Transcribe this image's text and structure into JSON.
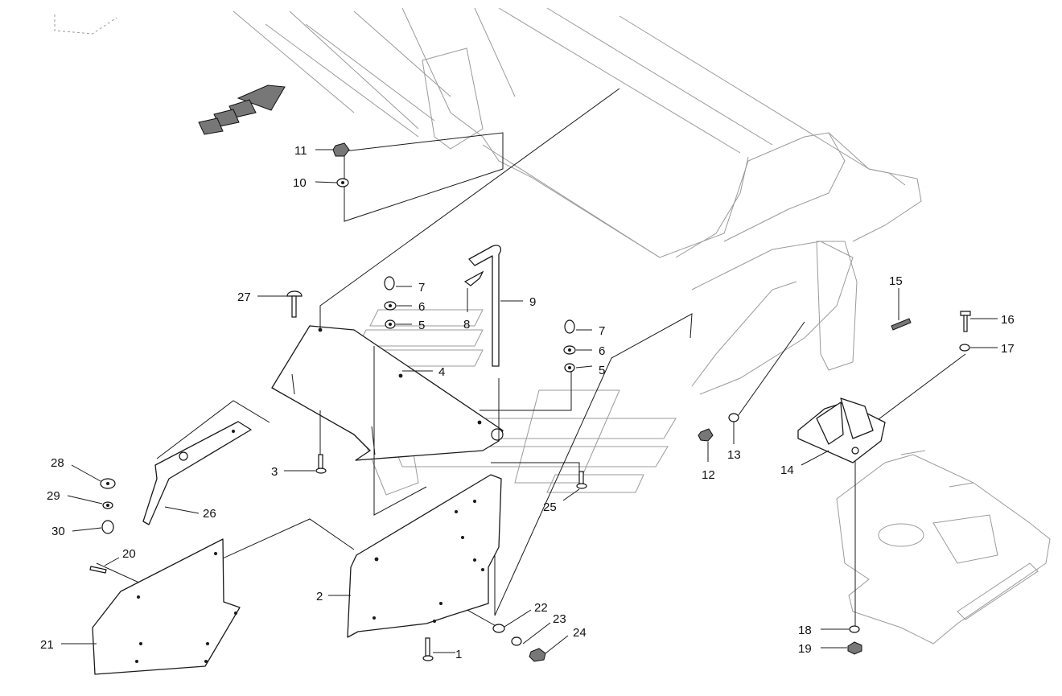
{
  "callouts": [
    {
      "id": "c1",
      "label": "1"
    },
    {
      "id": "c2",
      "label": "2"
    },
    {
      "id": "c3",
      "label": "3"
    },
    {
      "id": "c4",
      "label": "4"
    },
    {
      "id": "c5a",
      "label": "5"
    },
    {
      "id": "c5b",
      "label": "5"
    },
    {
      "id": "c6a",
      "label": "6"
    },
    {
      "id": "c6b",
      "label": "6"
    },
    {
      "id": "c7a",
      "label": "7"
    },
    {
      "id": "c7b",
      "label": "7"
    },
    {
      "id": "c8",
      "label": "8"
    },
    {
      "id": "c9",
      "label": "9"
    },
    {
      "id": "c10",
      "label": "10"
    },
    {
      "id": "c11",
      "label": "11"
    },
    {
      "id": "c12",
      "label": "12"
    },
    {
      "id": "c13",
      "label": "13"
    },
    {
      "id": "c14",
      "label": "14"
    },
    {
      "id": "c15",
      "label": "15"
    },
    {
      "id": "c16",
      "label": "16"
    },
    {
      "id": "c17",
      "label": "17"
    },
    {
      "id": "c18",
      "label": "18"
    },
    {
      "id": "c19",
      "label": "19"
    },
    {
      "id": "c20",
      "label": "20"
    },
    {
      "id": "c21",
      "label": "21"
    },
    {
      "id": "c22",
      "label": "22"
    },
    {
      "id": "c23",
      "label": "23"
    },
    {
      "id": "c24",
      "label": "24"
    },
    {
      "id": "c25",
      "label": "25"
    },
    {
      "id": "c26",
      "label": "26"
    },
    {
      "id": "c27",
      "label": "27"
    },
    {
      "id": "c28",
      "label": "28"
    },
    {
      "id": "c29",
      "label": "29"
    },
    {
      "id": "c30",
      "label": "30"
    }
  ],
  "direction_arrow": {
    "icon": "direction-arrow-icon"
  }
}
